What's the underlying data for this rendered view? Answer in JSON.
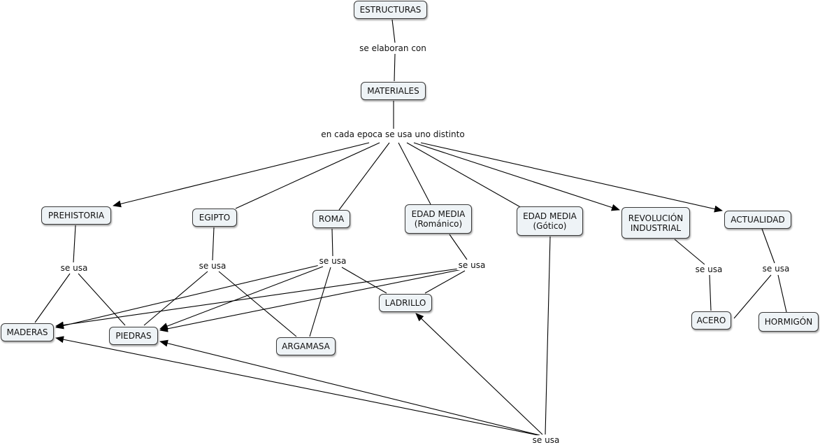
{
  "nodes": {
    "estructuras": "ESTRUCTURAS",
    "materiales": "MATERIALES",
    "prehistoria": "PREHISTORIA",
    "egipto": "EGIPTO",
    "roma": "ROMA",
    "edad_media_romanico": "EDAD MEDIA\n(Románico)",
    "edad_media_gotico": "EDAD MEDIA\n(Gótico)",
    "revolucion_industrial": "REVOLUCIÓN\nINDUSTRIAL",
    "actualidad": "ACTUALIDAD",
    "maderas": "MADERAS",
    "piedras": "PIEDRAS",
    "argamasa": "ARGAMASA",
    "ladrillo": "LADRILLO",
    "acero": "ACERO",
    "hormigon": "HORMIGÓN"
  },
  "links": {
    "se_elaboran_con": "se elaboran con",
    "en_cada_epoca": "en cada epoca se usa uno distinto",
    "se_usa_prehistoria": "se usa",
    "se_usa_egipto": "se usa",
    "se_usa_roma": "se usa",
    "se_usa_romanico": "se usa",
    "se_usa_revolucion": "se usa",
    "se_usa_actualidad": "se usa",
    "se_usa_gotico": "se usa"
  }
}
